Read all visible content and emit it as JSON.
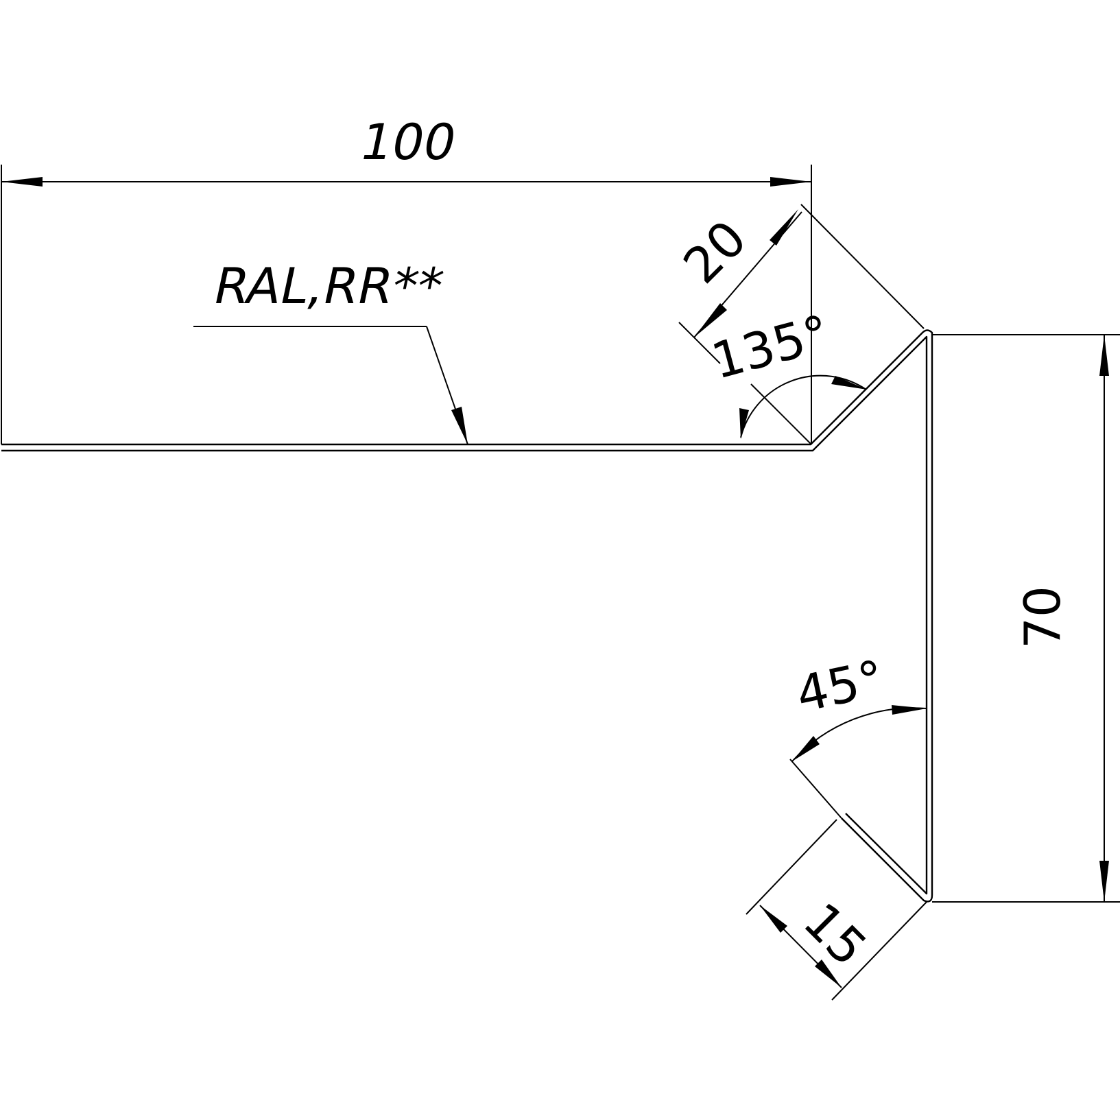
{
  "diagram": {
    "dimensions": {
      "top_width": "100",
      "flange_length": "20",
      "top_angle": "135°",
      "height": "70",
      "bottom_angle": "45°",
      "hem_length": "15"
    },
    "callout": {
      "coating": "RAL,RR**"
    },
    "colors": {
      "line": "#000000",
      "background": "#ffffff"
    }
  }
}
